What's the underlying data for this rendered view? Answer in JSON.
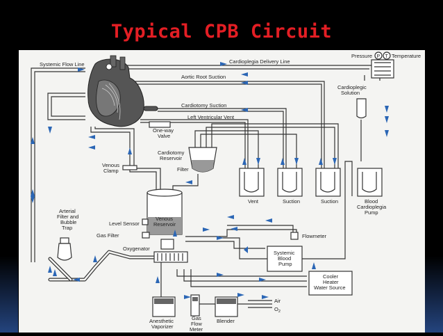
{
  "title": "Typical CPB Circuit",
  "labels": {
    "systemic_flow_line": "Systemic Flow Line",
    "cardioplegia_delivery_line": "Cardioplegia Delivery Line",
    "pressure": "Pressure",
    "temperature": "Temperature",
    "aortic_root_suction": "Aortic Root Suction",
    "cardioplegic_solution_1": "Cardioplegic",
    "cardioplegic_solution_2": "Solution",
    "cardiotomy_suction": "Cardiotomy Suction",
    "left_ventricular_vent": "Left Ventricular Vent",
    "one_way_valve_1": "One-way",
    "one_way_valve_2": "Valve",
    "cardiotomy_reservoir_1": "Cardiotomy",
    "cardiotomy_reservoir_2": "Reservoir",
    "filter": "Filter",
    "venous_clamp_1": "Venous",
    "venous_clamp_2": "Clamp",
    "vent": "Vent",
    "suction_1": "Suction",
    "suction_2": "Suction",
    "blood_cardioplegia_pump_1": "Blood",
    "blood_cardioplegia_pump_2": "Cardioplegia",
    "blood_cardioplegia_pump_3": "Pump",
    "arterial_filter_1": "Arterial",
    "arterial_filter_2": "Filter and",
    "arterial_filter_3": "Bubble",
    "arterial_filter_4": "Trap",
    "level_sensor": "Level Sensor",
    "venous_reservoir_1": "Venous",
    "venous_reservoir_2": "Reservoir",
    "flowmeter": "Flowmeter",
    "gas_filter": "Gas Filter",
    "oxygenator": "Oxygenator",
    "systemic_blood_pump_1": "Systemic",
    "systemic_blood_pump_2": "Blood",
    "systemic_blood_pump_3": "Pump",
    "cooler_heater_1": "Cooler",
    "cooler_heater_2": "Heater",
    "cooler_heater_3": "Water Source",
    "air": "Air",
    "o2": "O",
    "o2_sub": "2",
    "anesthetic_vaporizer_1": "Anesthetic",
    "anesthetic_vaporizer_2": "Vaporizer",
    "gas_flow_meter_1": "Gas",
    "gas_flow_meter_2": "Flow",
    "gas_flow_meter_3": "Meter",
    "blender": "Blender",
    "p_symbol": "P",
    "t_symbol": "T"
  },
  "colors": {
    "title": "#e31e24",
    "arrow": "#2b66b5",
    "background": "#000000",
    "panel": "#f4f4f2"
  }
}
